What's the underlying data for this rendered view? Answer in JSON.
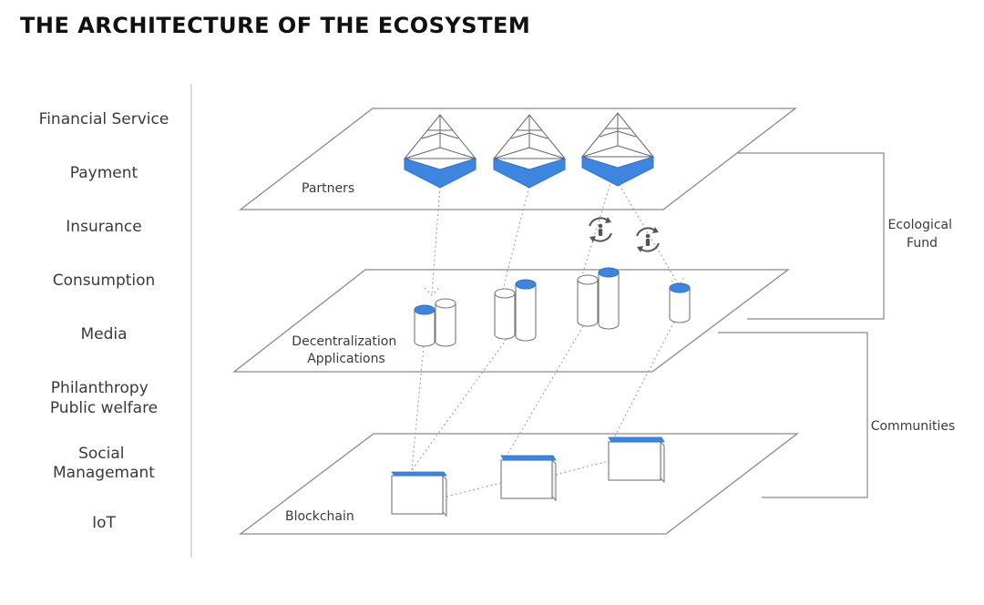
{
  "title": "THE ARCHITECTURE OF THE ECOSYSTEM",
  "sectors": [
    [
      "Financial Service"
    ],
    [
      "Payment"
    ],
    [
      "Insurance"
    ],
    [
      "Consumption"
    ],
    [
      "Media"
    ],
    [
      "Philanthropy",
      "Public welfare"
    ],
    [
      "Social",
      "Managemant"
    ],
    [
      "IoT"
    ]
  ],
  "layers": {
    "partners": [
      "Partners"
    ],
    "dapps": [
      "Decentralization",
      "Applications"
    ],
    "blockchain": [
      "Blockchain"
    ]
  },
  "brackets": {
    "ecological_fund": [
      "Ecological",
      "Fund"
    ],
    "communities": [
      "Communities"
    ]
  },
  "colors": {
    "accent_blue": "#3d86e0",
    "line_gray": "#8a8a8a",
    "text": "#3a3a3a"
  },
  "icons": [
    "pyramid-icon",
    "cylinder-icon",
    "block-icon",
    "exchange-person-icon"
  ]
}
